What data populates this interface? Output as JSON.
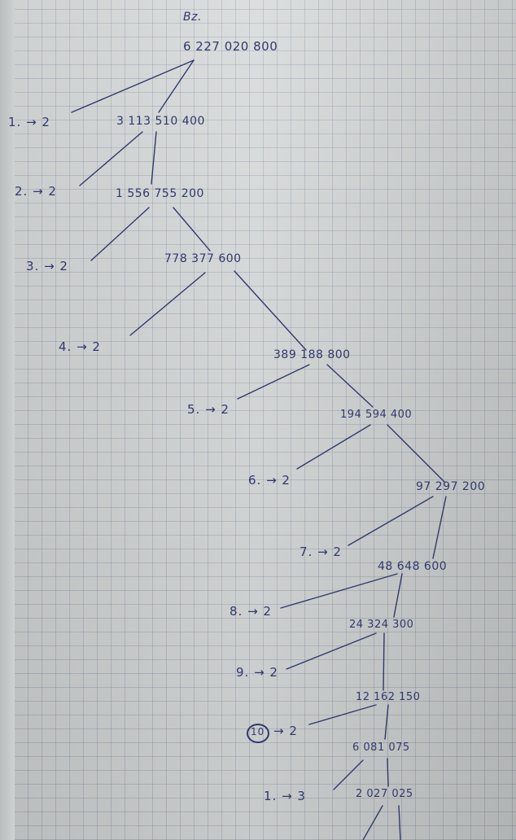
{
  "header": {
    "mark": "Bz."
  },
  "nodes": {
    "n0": "6 227 020 800",
    "n1": "3 113 510 400",
    "n2": "1 556 755 200",
    "n3": "778 377 600",
    "n4": "389 188 800",
    "n5": "194 594 400",
    "n6": "97 297 200",
    "n7": "48 648 600",
    "n8": "24 324 300",
    "n9": "12 162 150",
    "n10": "6 081 075",
    "n11": "2 027 025"
  },
  "factors": {
    "f1": "1. → 2",
    "f2": "2. → 2",
    "f3": "3. → 2",
    "f4": "4. → 2",
    "f5": "5. → 2",
    "f6": "6. → 2",
    "f7": "7. → 2",
    "f8": "8. → 2",
    "f9": "9. → 2",
    "f10": {
      "index": "10",
      "arrow": "→ 2"
    },
    "f11": "1. → 3"
  },
  "colors": {
    "ink": "#2f3a6b",
    "paper": "#d6d9d9",
    "grid": "#7882a0"
  }
}
